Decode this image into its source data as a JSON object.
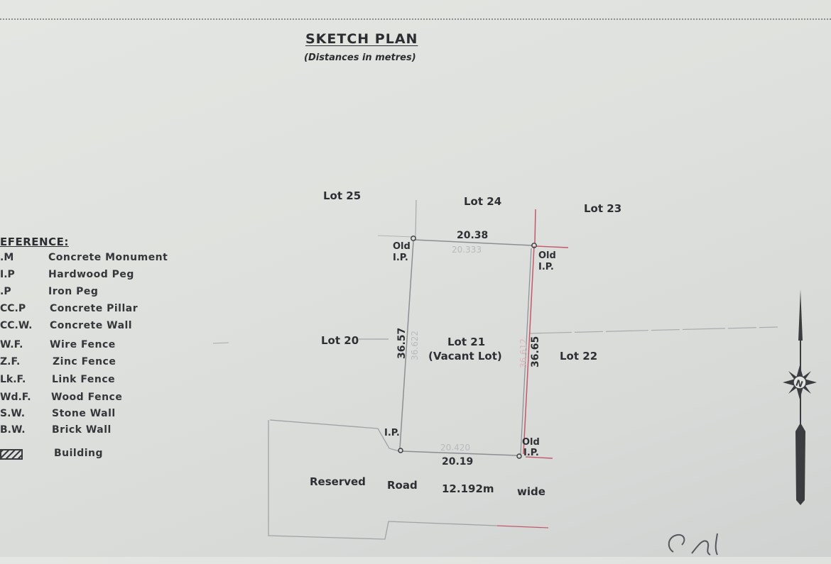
{
  "header": {
    "title": "SKETCH PLAN",
    "subtitle": "(Distances in metres)"
  },
  "reference": {
    "title": "EFERENCE:",
    "items": [
      {
        "code": ".M",
        "desc": "Concrete Monument"
      },
      {
        "code": "I.P",
        "desc": "Hardwood Peg"
      },
      {
        "code": ".P",
        "desc": "Iron Peg"
      },
      {
        "code": "CC.P",
        "desc": "Concrete Pillar"
      },
      {
        "code": "CC.W.",
        "desc": "Concrete Wall"
      },
      {
        "code": "W.F.",
        "desc": "Wire Fence"
      },
      {
        "code": "Z.F.",
        "desc": "Zinc Fence"
      },
      {
        "code": "Lk.F.",
        "desc": "Link Fence"
      },
      {
        "code": "Wd.F.",
        "desc": "Wood Fence"
      },
      {
        "code": "S.W.",
        "desc": "Stone Wall"
      },
      {
        "code": "B.W.",
        "desc": "Brick Wall"
      }
    ],
    "building_label": "Building",
    "building_icon": "hatched-square-icon"
  },
  "plan": {
    "lots": {
      "lot25": "Lot 25",
      "lot24": "Lot 24",
      "lot23": "Lot 23",
      "lot20": "Lot 20",
      "lot21": "Lot 21",
      "lot21_note": "(Vacant Lot)",
      "lot22": "Lot 22"
    },
    "dimensions": {
      "top": "20.38",
      "top_faint": "20.333",
      "left": "36.57",
      "left_faint": "36.622",
      "right": "36.65",
      "right_faint": "36.612",
      "bottom": "20.19",
      "bottom_faint": "20.420"
    },
    "pegs": {
      "top_left_word": "Old",
      "top_left_code": "I.P.",
      "top_right_word": "Old",
      "top_right_code": "I.P.",
      "bottom_left_code": "I.P.",
      "bottom_right_word": "Old",
      "bottom_right_code": "I.P."
    },
    "road": {
      "word1": "Reserved",
      "word2": "Road",
      "width": "12.192m",
      "word3": "wide"
    },
    "colors": {
      "line": "#8c8e92",
      "boundary_red": "#c4586a",
      "ink": "#2e2f33"
    }
  },
  "north_arrow": {
    "letter": "N",
    "icon": "north-arrow-icon"
  },
  "signature_icon": "signature-mark"
}
